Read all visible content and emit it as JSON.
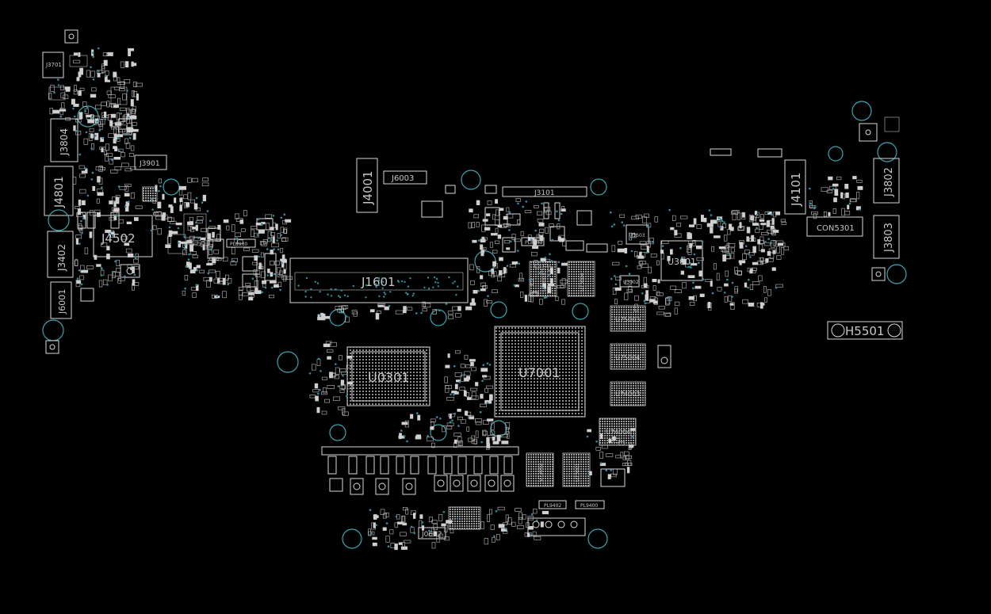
{
  "view": {
    "background": "#000000",
    "outline_color": "#d8d8d8",
    "hole_color": "#3aa6b3",
    "via_color": "#2e8f9c"
  },
  "components": {
    "J3701": "J3701",
    "J3804": "J3804",
    "J4801": "J4801",
    "J3402": "J3402",
    "J6001": "J6001",
    "J3901": "J3901",
    "J4502": "J4502",
    "J4001": "J4001",
    "J6003": "J6003",
    "J3101": "J3101",
    "J1601": "J1601",
    "U0301": "U0301",
    "U7001": "U7001",
    "U3001": "U3001",
    "J4101": "J4101",
    "J3802": "J3802",
    "J3803": "J3803",
    "CON5301": "CON5301",
    "H5501": "H5501",
    "U75003": "U75003",
    "U75004": "U75004",
    "U74003": "U74003",
    "U74004": "U74004",
    "U73003": "U73003",
    "U73004": "U73004",
    "U73002": "U73002",
    "U73001": "U73001",
    "J0602": "J0602",
    "PL8900": "PL8900",
    "PL8700": "PL8700",
    "PL9402": "PL9402",
    "PL9400": "PL9400",
    "U3503": "U3503",
    "U3002": "U3002"
  }
}
